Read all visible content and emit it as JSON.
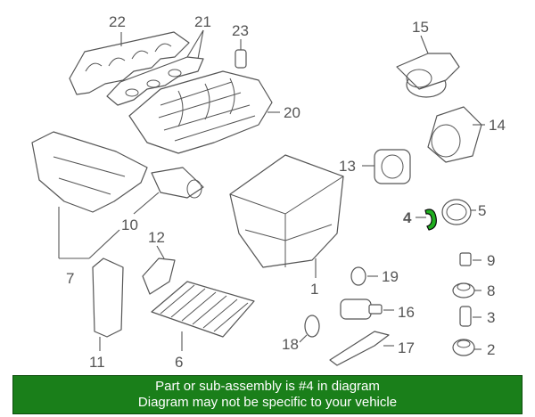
{
  "callouts": {
    "n1": "1",
    "n2": "2",
    "n3": "3",
    "n4": "4",
    "n5": "5",
    "n6": "6",
    "n7": "7",
    "n8": "8",
    "n9": "9",
    "n10": "10",
    "n11": "11",
    "n12": "12",
    "n13": "13",
    "n14": "14",
    "n15": "15",
    "n16": "16",
    "n17": "17",
    "n18": "18",
    "n19": "19",
    "n20": "20",
    "n21": "21",
    "n22": "22",
    "n23": "23"
  },
  "highlight": {
    "part": "4",
    "color": "#1fae1f"
  },
  "banner": {
    "line1": "Part or sub-assembly is #4 in diagram",
    "line2": "Diagram may not be specific to your vehicle",
    "background": "#1a7f1a"
  }
}
